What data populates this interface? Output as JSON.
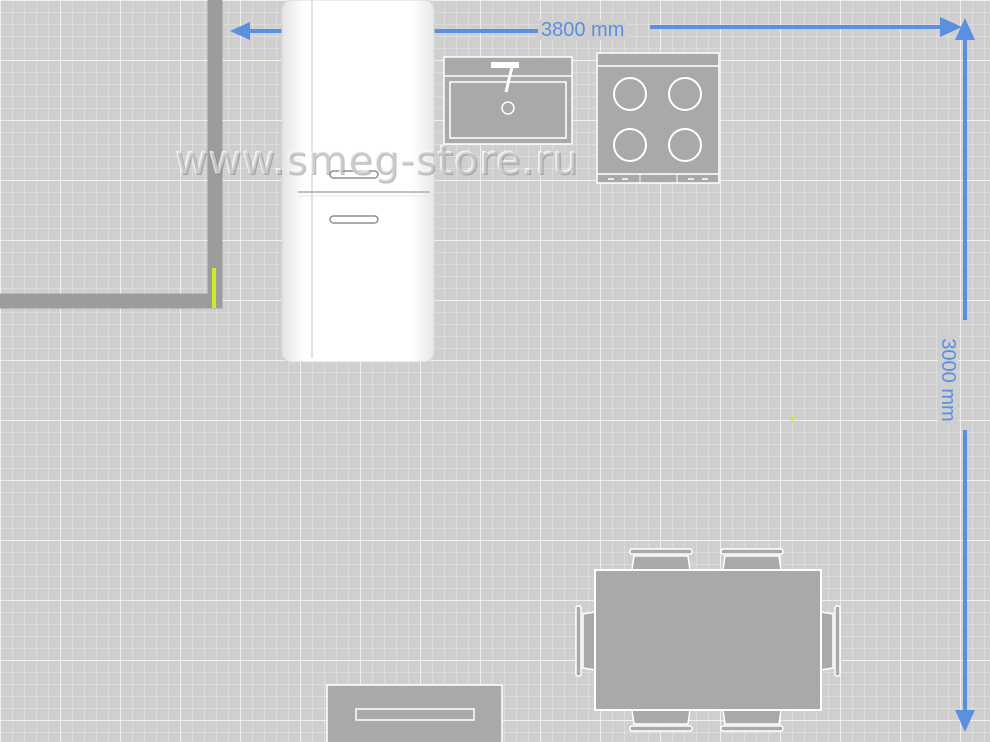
{
  "dimensions": {
    "width_label": "3800 mm",
    "depth_label": "3000 mm"
  },
  "watermark": "www.smeg-store.ru",
  "colors": {
    "dimension": "#5b8fe0",
    "wall": "#9c9c9c",
    "fixture_fill": "#a9a9a9",
    "fixture_outline": "#ffffff",
    "marker": "#c8f020"
  }
}
